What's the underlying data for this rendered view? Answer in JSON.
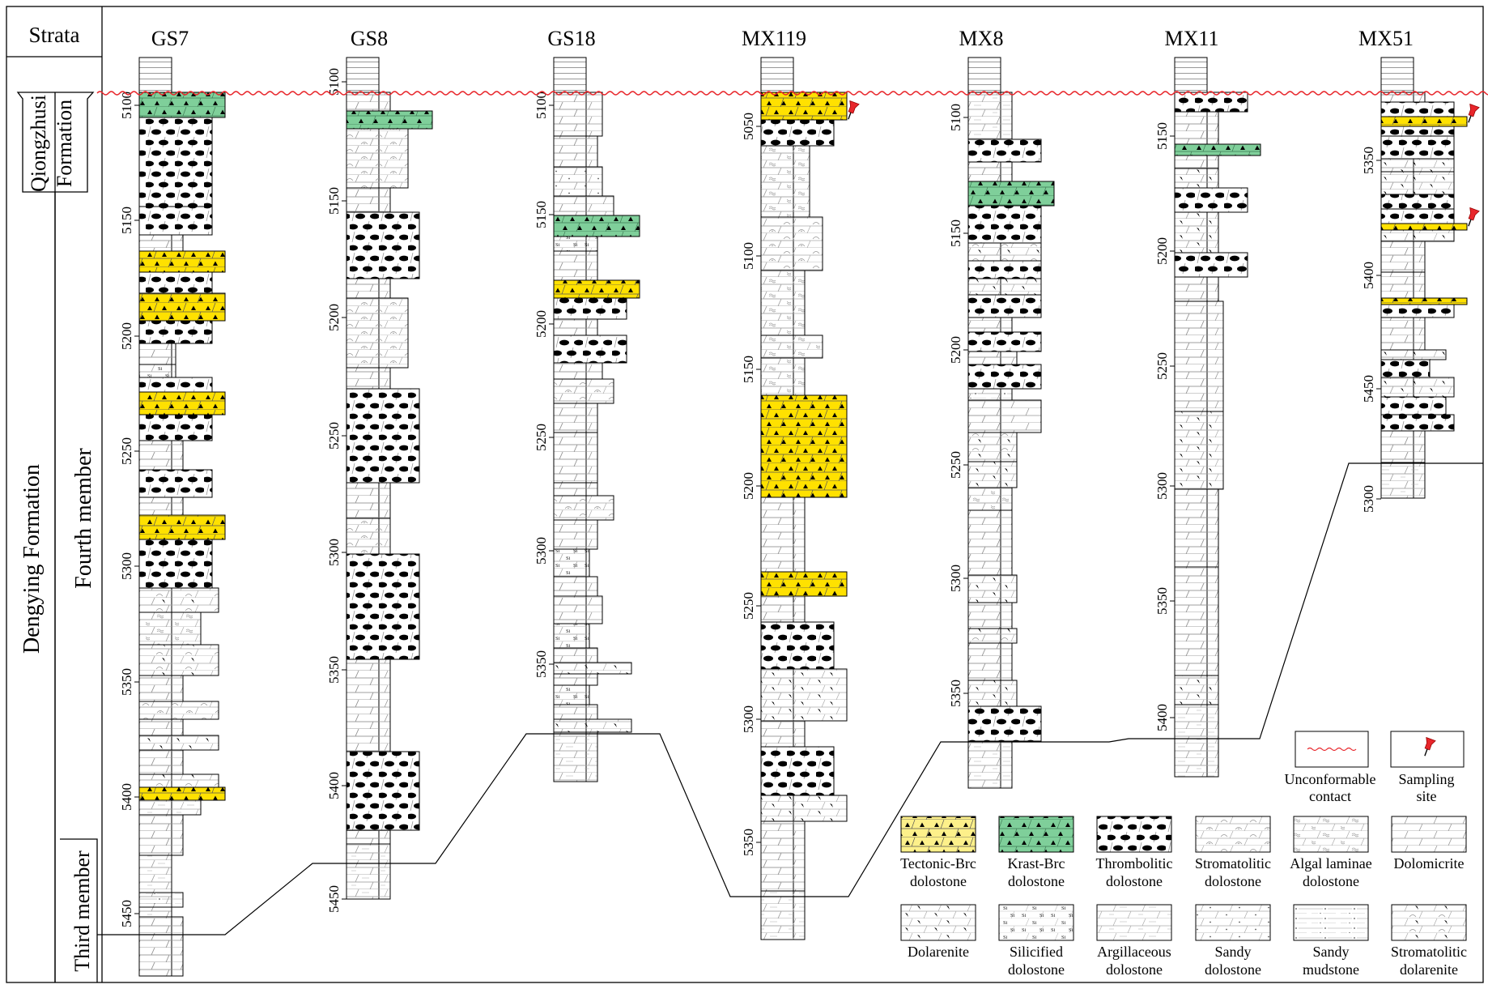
{
  "header": {
    "strata_label": "Strata"
  },
  "strata": {
    "formation_upper": "Qiongzhusi Formation",
    "formation_upper_lines": [
      "Qiongzhusi",
      "Formation"
    ],
    "formation_main": "Dengying Formation",
    "member_fourth": "Fourth member",
    "member_third": "Third member"
  },
  "wells": [
    {
      "name": "GS7",
      "depth_ticks": [
        "5100",
        "5150",
        "5200",
        "5250",
        "5300",
        "5350",
        "5400",
        "5450"
      ]
    },
    {
      "name": "GS8",
      "depth_ticks": [
        "5100",
        "5150",
        "5200",
        "5250",
        "5300",
        "5350",
        "5400",
        "5450"
      ]
    },
    {
      "name": "GS18",
      "depth_ticks": [
        "5100",
        "5150",
        "5200",
        "5250",
        "5300",
        "5350"
      ]
    },
    {
      "name": "MX119",
      "depth_ticks": [
        "5050",
        "5100",
        "5150",
        "5200",
        "5250",
        "5300",
        "5350"
      ]
    },
    {
      "name": "MX8",
      "depth_ticks": [
        "5100",
        "5150",
        "5200",
        "5250",
        "5300",
        "5350"
      ]
    },
    {
      "name": "MX11",
      "depth_ticks": [
        "5150",
        "5200",
        "5250",
        "5300",
        "5350",
        "5400"
      ]
    },
    {
      "name": "MX51",
      "depth_ticks": [
        "5350",
        "5400",
        "5450",
        "5300"
      ]
    }
  ],
  "legend": {
    "unconformable": {
      "lines": [
        "Unconformable",
        "contact"
      ]
    },
    "sampling": {
      "lines": [
        "Sampling",
        "site"
      ]
    },
    "items": [
      {
        "key": "tectonic",
        "lines": [
          "Tectonic-Brc",
          "dolostone"
        ]
      },
      {
        "key": "krast",
        "lines": [
          "Krast-Brc",
          "dolostone"
        ]
      },
      {
        "key": "thrombolitic",
        "lines": [
          "Thrombolitic",
          "dolostone"
        ]
      },
      {
        "key": "stromatolitic",
        "lines": [
          "Stromatolitic",
          "dolostone"
        ]
      },
      {
        "key": "algal",
        "lines": [
          "Algal  laminae",
          "dolostone"
        ]
      },
      {
        "key": "dolomicrite",
        "lines": [
          "Dolomicrite"
        ]
      },
      {
        "key": "dolarenite",
        "lines": [
          "Dolarenite"
        ]
      },
      {
        "key": "silicified",
        "lines": [
          "Silicified",
          "dolostone"
        ]
      },
      {
        "key": "argillaceous",
        "lines": [
          "Argillaceous",
          "dolostone"
        ]
      },
      {
        "key": "sandy_dolostone",
        "lines": [
          "Sandy",
          "dolostone"
        ]
      },
      {
        "key": "sandy_mudstone",
        "lines": [
          "Sandy",
          "mudstone"
        ]
      },
      {
        "key": "strom_dolarenite",
        "lines": [
          "Stromatolitic",
          "dolarenite"
        ]
      }
    ]
  },
  "colors": {
    "tectonic": "#ffe100",
    "tectonic_legend": "#fdf08a",
    "krast": "#7fcf9a",
    "unconformity": "#e8262b",
    "sampling_pin": "#e8262b"
  },
  "icons": {
    "sampling": "pushpin-icon"
  }
}
